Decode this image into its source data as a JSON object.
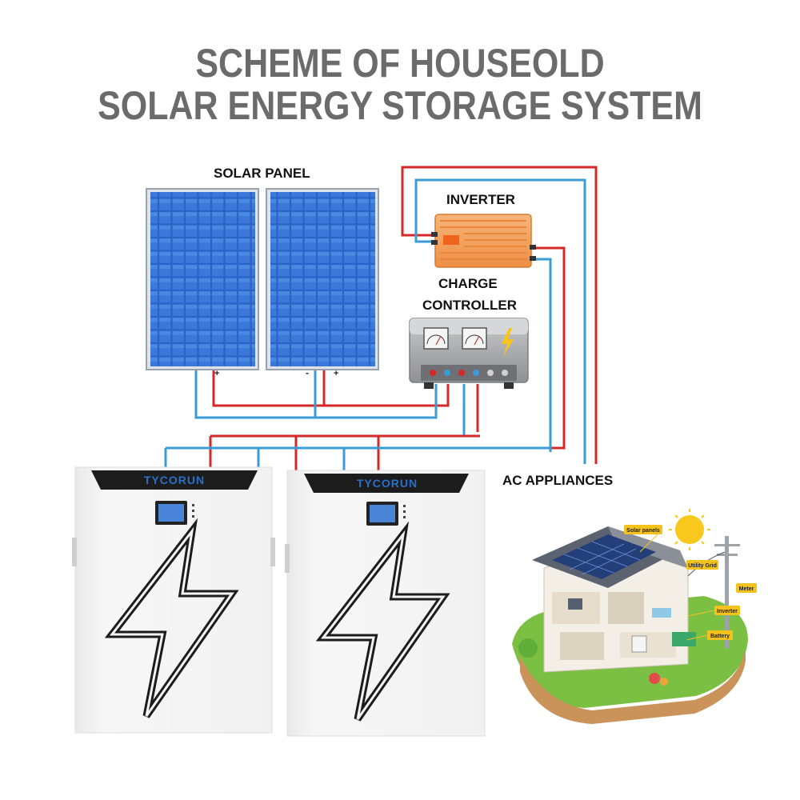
{
  "title": {
    "line1": "SCHEME OF HOUSEOLD",
    "line2": "SOLAR ENERGY STORAGE SYSTEM"
  },
  "labels": {
    "solar_panel": "SOLAR PANEL",
    "inverter": "INVERTER",
    "charge_controller_line1": "CHARGE",
    "charge_controller_line2": "CONTROLLER",
    "ac_appliances": "AC APPLIANCES"
  },
  "battery": {
    "brand": "TYCORUN"
  },
  "house_callouts": {
    "solar_panels": "Solar panels",
    "utility_grid": "Utility Grid",
    "meter": "Meter",
    "inverter": "Inverter",
    "battery": "Battery"
  },
  "polarity": {
    "plus": "+",
    "minus": "-"
  },
  "colors": {
    "title": "#6b6b6b",
    "wire_positive": "#d62828",
    "wire_negative": "#3a9bd5",
    "panel_blue": "#2a62c4",
    "inverter_orange": "#f2a25c",
    "controller_gray": "#a9abae",
    "battery_white": "#f4f4f4",
    "brand_blue": "#2a6fc9"
  }
}
